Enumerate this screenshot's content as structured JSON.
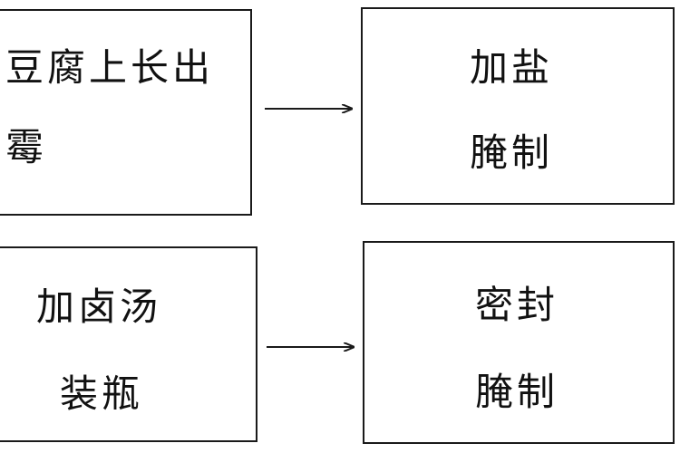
{
  "diagram": {
    "step1": {
      "line1": "豆腐上长出",
      "line2": "霉"
    },
    "step2": {
      "line1": "加盐",
      "line2": "腌制"
    },
    "step3": {
      "line1": "加卤汤",
      "line2": "装瓶"
    },
    "step4": {
      "line1": "密封",
      "line2": "腌制"
    }
  },
  "colors": {
    "stroke": "#1a1a1a",
    "text": "#111111",
    "background": "#ffffff"
  }
}
